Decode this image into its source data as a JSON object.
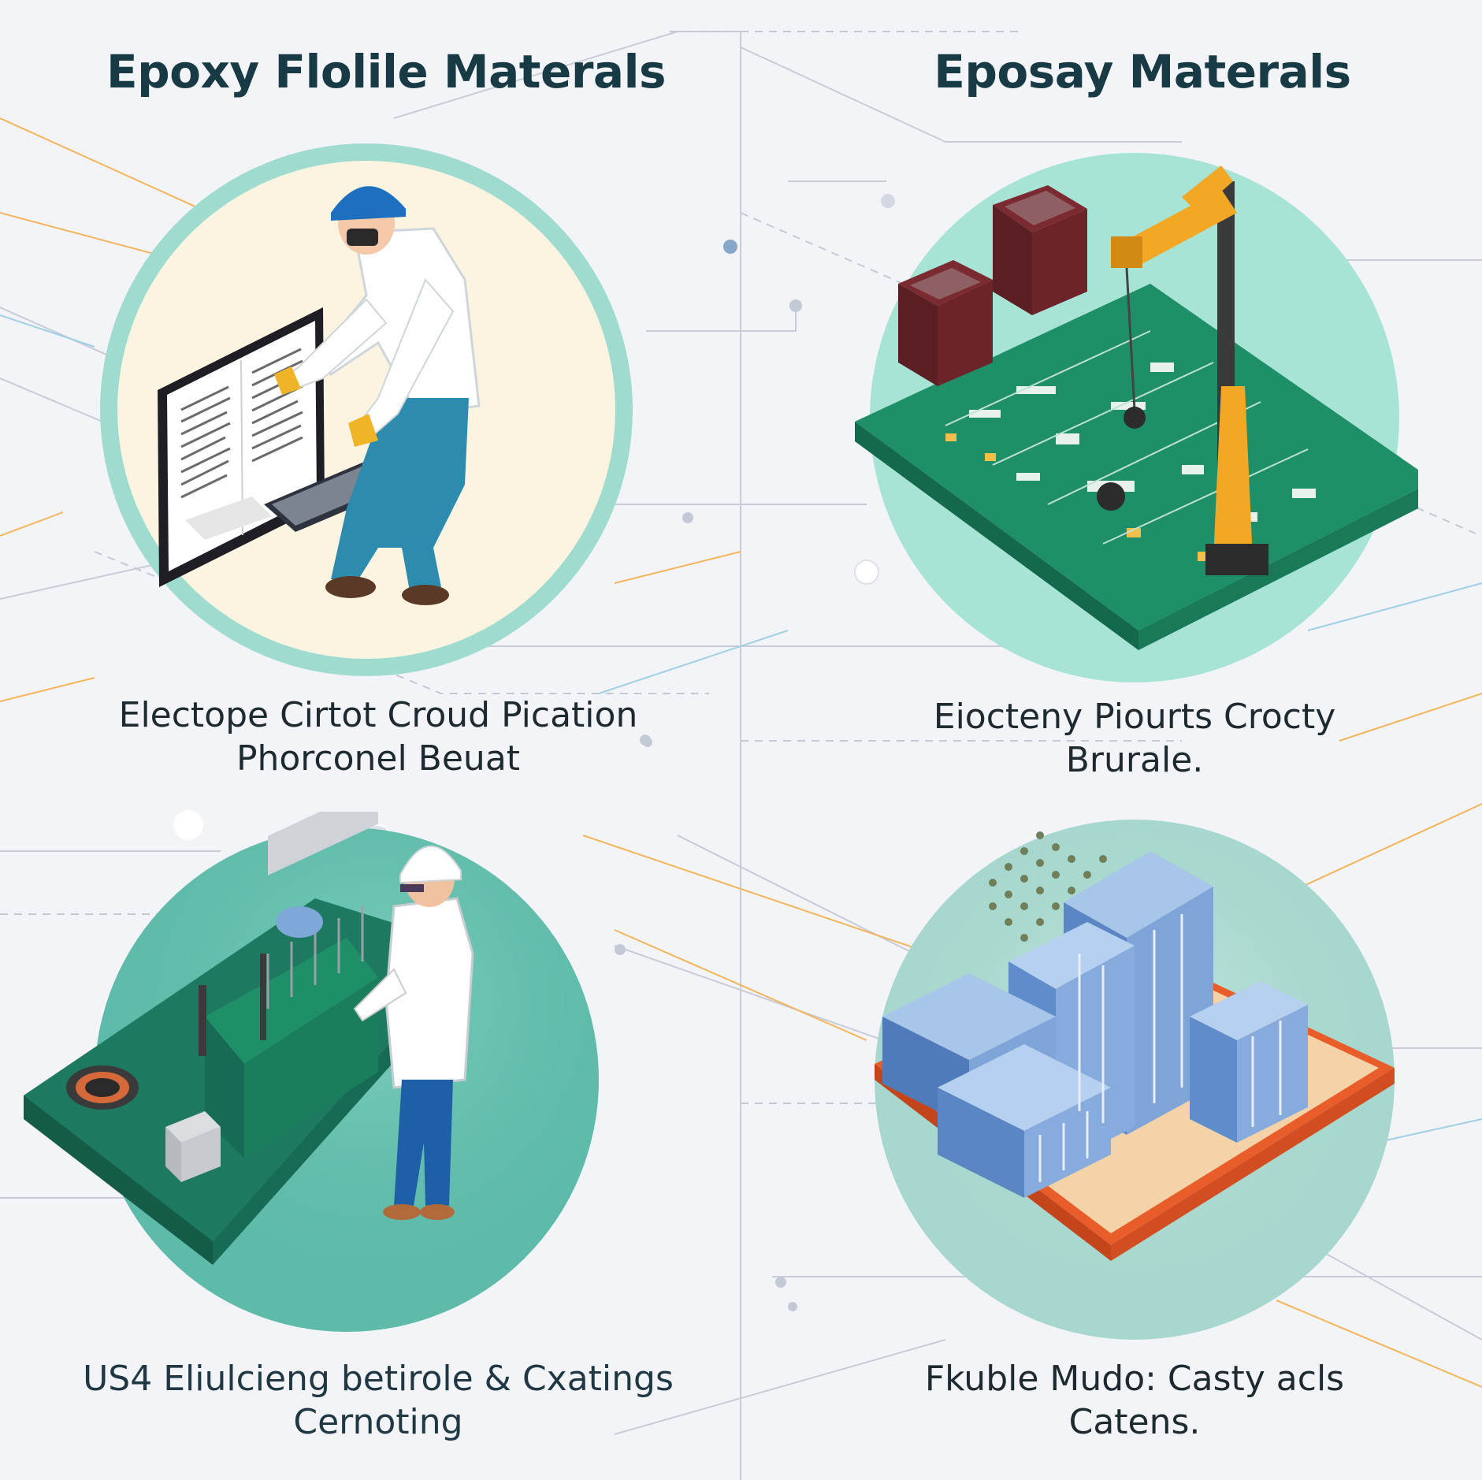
{
  "titles": {
    "left": "Epoxy Flolile Materals",
    "right": "Eposay Materals"
  },
  "captions": {
    "top_left": {
      "line1": "Electope Cirtot Croud Pication",
      "line2": "Phorconel Beuat"
    },
    "top_right": {
      "line1": "Eiocteny Piourts Crocty",
      "line2": "Brurale."
    },
    "bottom_left": {
      "line1": "US4 Eliulcieng betirole & Cxatings",
      "line2": "Cernoting"
    },
    "bottom_right": {
      "line1": "Fkuble Mudo: Casty acls",
      "line2": "Catens."
    }
  },
  "scenes": {
    "top_left": "worker-at-computer-illustration",
    "top_right": "circuit-board-with-crane-illustration",
    "bottom_left": "engineer-at-production-machine-illustration",
    "bottom_right": "factory-buildings-on-circuit-board-illustration"
  },
  "colors": {
    "background": "#f3f4f8",
    "title": "#173a45",
    "circle_mint": "#9fdccf",
    "circle_teal": "#5fbcab",
    "pcb_green": "#1f8f68",
    "accent_orange": "#f2a73b",
    "accent_blue": "#6fa0d6"
  }
}
